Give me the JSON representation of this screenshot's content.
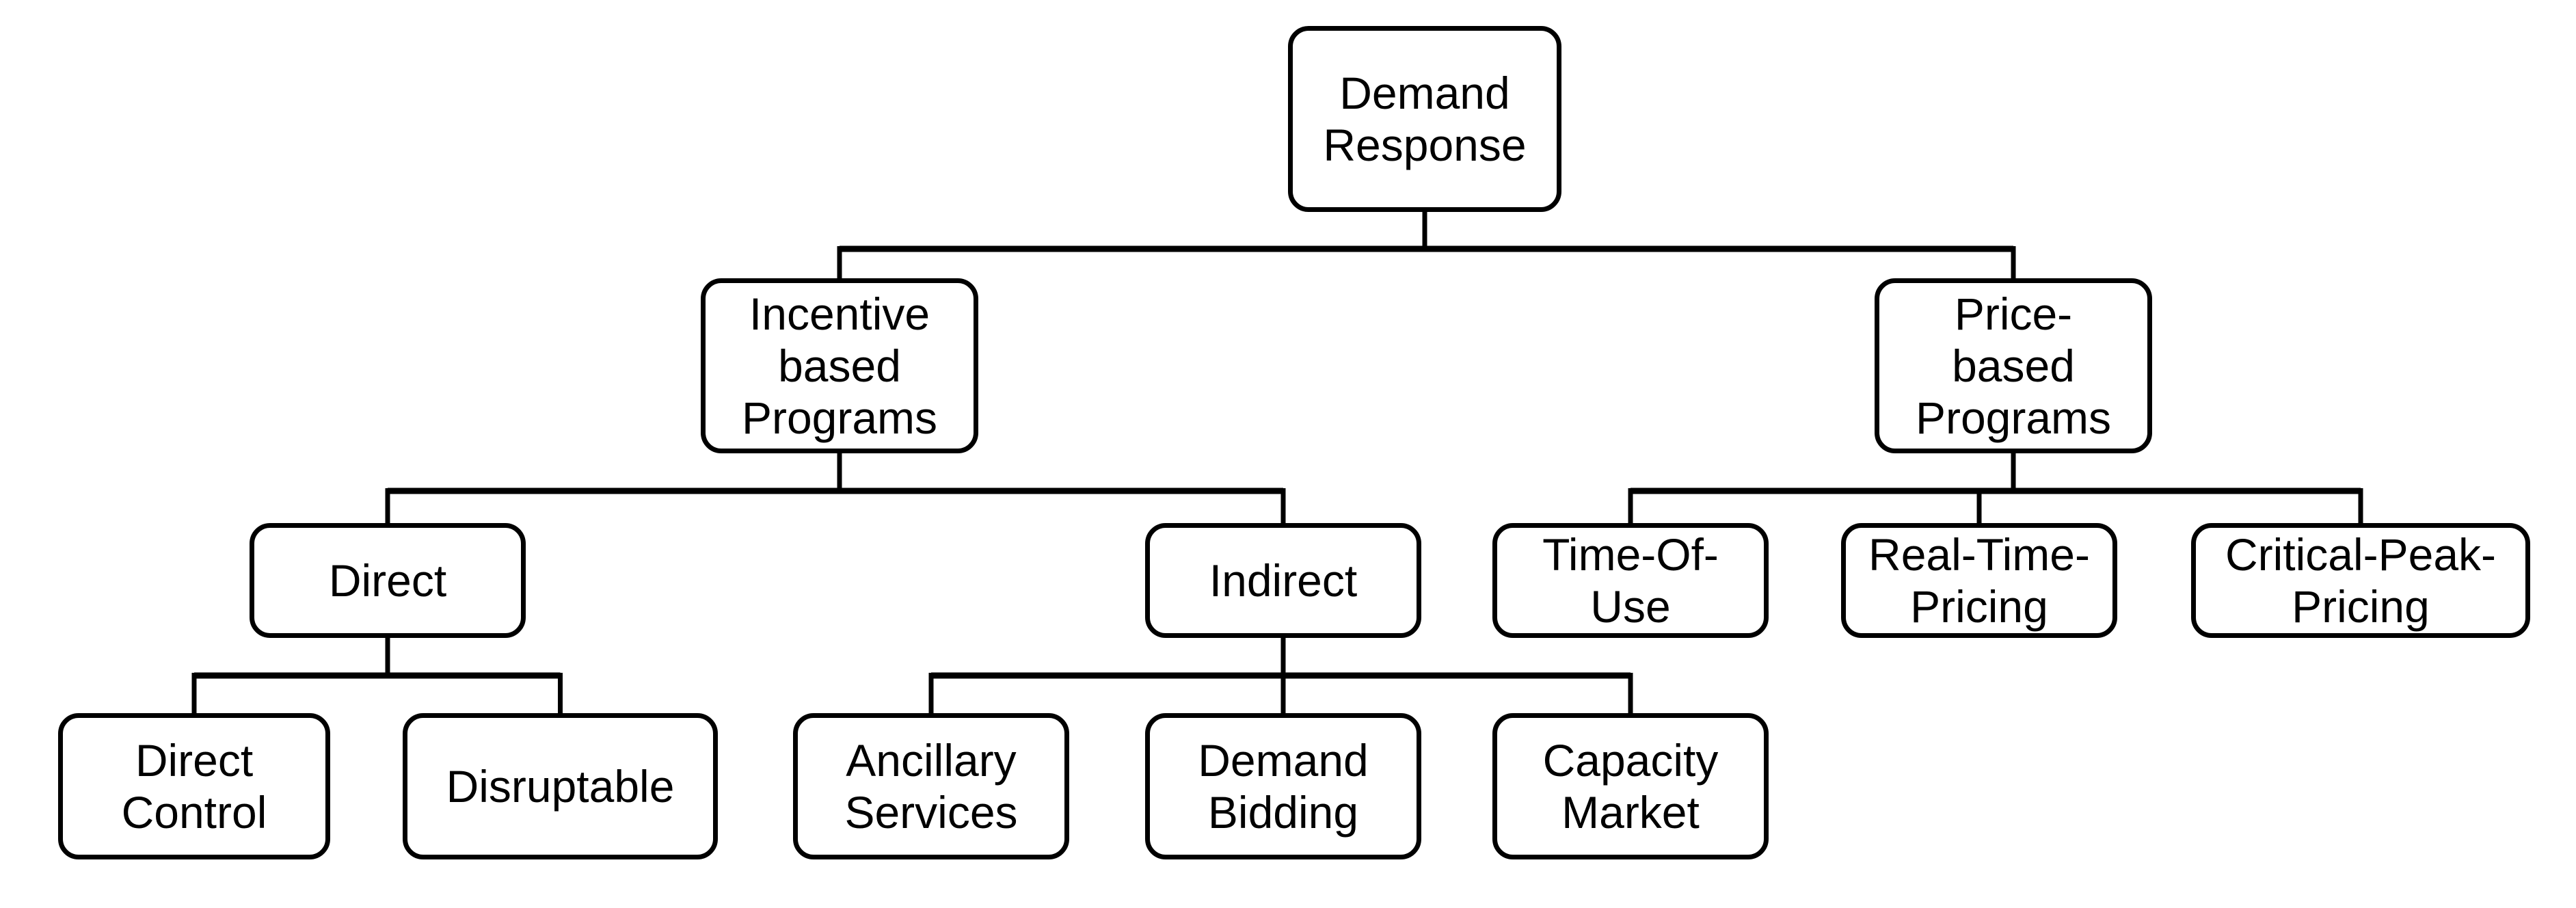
{
  "diagram": {
    "type": "tree",
    "background_color": "#ffffff",
    "colors": {
      "box_fill": "#ffffff",
      "box_border": "#000000",
      "text": "#000000",
      "connector": "#000000"
    },
    "nodes": [
      {
        "id": "demand-response",
        "level": 1,
        "label": "Demand\nResponse"
      },
      {
        "id": "incentive-based-programs",
        "level": 2,
        "label": "Incentive\nbased\nPrograms"
      },
      {
        "id": "price-based-programs",
        "level": 2,
        "label": "Price-\nbased\nPrograms"
      },
      {
        "id": "direct",
        "level": 3,
        "label": "Direct"
      },
      {
        "id": "indirect",
        "level": 3,
        "label": "Indirect"
      },
      {
        "id": "time-of-use",
        "level": 3,
        "label": "Time-Of-\nUse"
      },
      {
        "id": "real-time-pricing",
        "level": 3,
        "label": "Real-Time-\nPricing"
      },
      {
        "id": "critical-peak-pricing",
        "level": 3,
        "label": "Critical-Peak-\nPricing"
      },
      {
        "id": "direct-control",
        "level": 4,
        "label": "Direct\nControl"
      },
      {
        "id": "disruptable",
        "level": 4,
        "label": "Disruptable"
      },
      {
        "id": "ancillary-services",
        "level": 4,
        "label": "Ancillary\nServices"
      },
      {
        "id": "demand-bidding",
        "level": 4,
        "label": "Demand\nBidding"
      },
      {
        "id": "capacity-market",
        "level": 4,
        "label": "Capacity\nMarket"
      }
    ],
    "edges": [
      {
        "from": "demand-response",
        "to": "incentive-based-programs"
      },
      {
        "from": "demand-response",
        "to": "price-based-programs"
      },
      {
        "from": "incentive-based-programs",
        "to": "direct"
      },
      {
        "from": "incentive-based-programs",
        "to": "indirect"
      },
      {
        "from": "price-based-programs",
        "to": "time-of-use"
      },
      {
        "from": "price-based-programs",
        "to": "real-time-pricing"
      },
      {
        "from": "price-based-programs",
        "to": "critical-peak-pricing"
      },
      {
        "from": "direct",
        "to": "direct-control"
      },
      {
        "from": "direct",
        "to": "disruptable"
      },
      {
        "from": "indirect",
        "to": "ancillary-services"
      },
      {
        "from": "indirect",
        "to": "demand-bidding"
      },
      {
        "from": "indirect",
        "to": "capacity-market"
      }
    ]
  }
}
